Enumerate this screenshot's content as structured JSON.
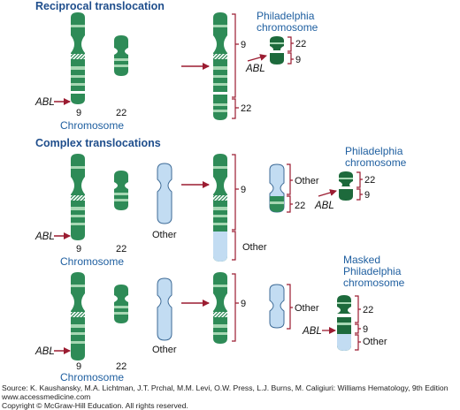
{
  "headings": {
    "reciprocal": "Reciprocal translocation",
    "complex": "Complex translocations"
  },
  "labels": {
    "chr9": "9",
    "chr22": "22",
    "other": "Other",
    "abl": "ABL",
    "chromosome": "Chromosome",
    "philadelphia_1": "Philadelphia",
    "philadelphia_2": "chromosome",
    "masked_1": "Masked",
    "masked_2": "Philadelphia",
    "masked_3": "chromosome"
  },
  "footer": {
    "source": "Source: K. Kaushansky, M.A. Lichtman, J.T. Prchal, M.M. Levi, O.W. Press, L.J. Burns, M. Caligiuri: Williams Hematology, 9th Edition",
    "website": "www.accessmedicine.com",
    "copyright": "Copyright © McGraw-Hill Education.  All rights reserved."
  },
  "colors": {
    "green": "#2e8b57",
    "dark_green": "#1d6a3c",
    "light_green": "#a7d7b3",
    "blue_chromosome": "#c2dcf2",
    "blue_outline": "#3d6a96",
    "arrow_red": "#9b1c31",
    "heading_blue": "#1f4e8c"
  }
}
